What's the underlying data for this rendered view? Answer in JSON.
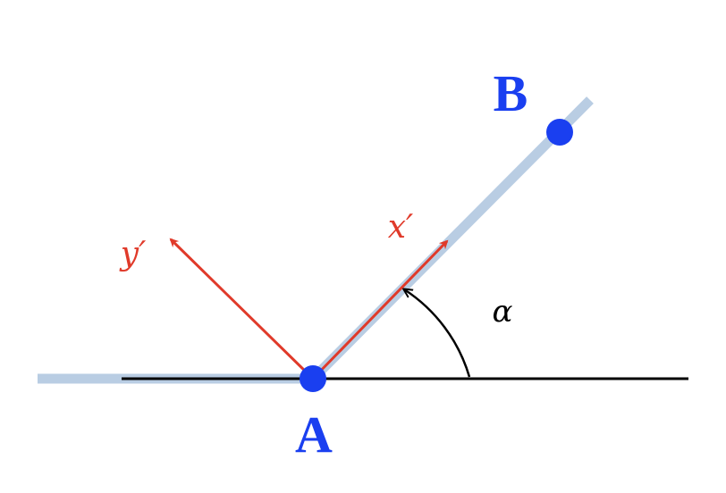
{
  "points": {
    "a_label": "A",
    "b_label": "B"
  },
  "axes": {
    "x_prime": "x′",
    "y_prime": "y′"
  },
  "angle": {
    "label": "α"
  },
  "colors": {
    "member": "#b9cde3",
    "reference_line": "#000000",
    "local_axes": "#e03a2a",
    "nodes": "#1a3ff0",
    "angle_arc": "#000000"
  }
}
